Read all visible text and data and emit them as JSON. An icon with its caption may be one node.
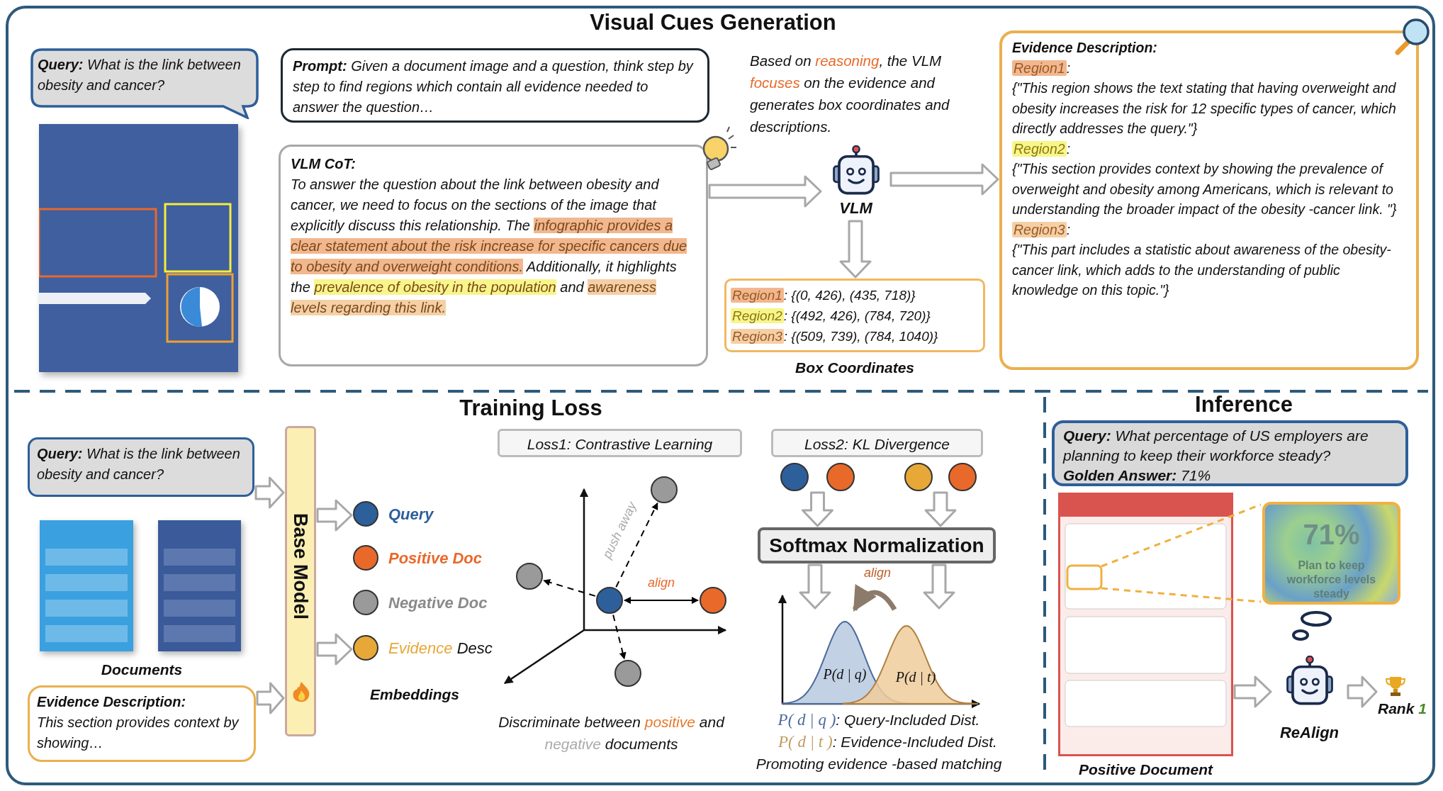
{
  "diagram": {
    "nodes": [
      {
        "text": [
          "**Query:** What is the link between obesity and cancer?"
        ]
      },
      {
        "text": [
          "**Prompt:** Given a document image and a question, think step by step to find regions which contain all evidence needed to answer the question…"
        ]
      },
      {
        "text": [
          "VLM CoT:",
          "To answer the question about the link between obesity and cancer, we need to focus on the sections of the image that explicitly discuss this relationship. The",
          "infographic provides a clear statement about the risk increase for specific cancers due to obesity and overweight conditions.",
          "Additionally, it highlights the",
          "prevalence of obesity in the population",
          "and",
          "awareness levels regarding this link."
        ]
      },
      {
        "text": [
          "VLM"
        ]
      },
      {
        "text": [
          "Region1",
          ": {(0, 426), (435, 718)}",
          "Region2",
          ": {(492, 426), (784, 720)}",
          "Region3",
          ": {(509, 739), (784, 1040)}"
        ],
        "beside": [
          "Box Coordinates"
        ]
      },
      {
        "text": [
          "Evidence Description:",
          "Region1",
          ":",
          "{\"This region shows the text stating that having overweight and obesity increases the risk for 12 specific types of cancer, which directly addresses the query.\"}",
          "Region2",
          ":",
          "{\"This section provides context by showing the prevalence of overweight and obesity among Americans, which is relevant to understanding the broader impact of the obesity -cancer link. \"}",
          "Region3",
          ":",
          "{\"This part includes a statistic about awareness of the obesity-cancer link, which adds to the understanding of public knowledge on this topic.\"}"
        ]
      },
      {
        "text": [
          "**Query:** What is the link between obesity and cancer?"
        ]
      },
      {
        "text": [
          "Documents"
        ]
      },
      {
        "text": [
          "Evidence Description:",
          "This section provides context by showing…"
        ]
      },
      {
        "text": [
          "Base Model"
        ]
      },
      {
        "text": [
          "Query"
        ]
      },
      {
        "text": [
          "Positive Doc"
        ]
      },
      {
        "text": [
          "Negative Doc"
        ]
      },
      {
        "text": [
          "Evidence",
          "Desc"
        ]
      },
      {
        "text": [
          "Loss1: Contrastive Learning"
        ]
      },
      {
        "text": [
          "Loss2: KL Divergence"
        ]
      },
      {
        "text": [],
        "shape": "circle"
      },
      {
        "text": [],
        "shape": "circle"
      },
      {
        "text": [],
        "shape": "circle"
      },
      {
        "text": [],
        "shape": "circle"
      },
      {
        "text": [],
        "shape": "circle"
      },
      {
        "text": [],
        "shape": "circle"
      },
      {
        "text": [],
        "shape": "circle"
      },
      {
        "text": [],
        "shape": "circle"
      },
      {
        "text": [],
        "shape": "circle"
      },
      {
        "text": [
          "Softmax Normalization"
        ]
      },
      {
        "text": [
          "P(d | q)"
        ]
      },
      {
        "text": [
          "P(d | t)"
        ]
      },
      {
        "text": [
          "**Query:** What percentage of US employers are planning to keep their workforce steady?",
          "**Golden Answer:** 71%"
        ]
      },
      {
        "text": [
          "Positive Document"
        ]
      },
      {
        "text": [
          "71%",
          "Plan to keep workforce levels steady"
        ]
      },
      {
        "text": [
          "ReAlign"
        ]
      },
      {
        "text": [
          "Rank",
          "1"
        ]
      }
    ],
    "edges": [
      {
        "from": 2,
        "to": 3,
        "arrow": "to"
      },
      {
        "from": 3,
        "to": 5,
        "arrow": "to"
      },
      {
        "from": 3,
        "to": 4,
        "arrow": "to"
      },
      {
        "from": 6,
        "to": 9,
        "arrow": "to"
      },
      {
        "from": 8,
        "to": 9,
        "arrow": "to"
      },
      {
        "from": 9,
        "to": 10,
        "arrow": "to"
      },
      {
        "from": 9,
        "to": 13,
        "arrow": "to"
      },
      {
        "from": 16,
        "to": 17,
        "arrow": "both",
        "label": "align",
        "color": "#000000"
      },
      {
        "from": 16,
        "to": 18,
        "arrow": "to",
        "label": "push away",
        "style": "dashed",
        "color": "#000000"
      },
      {
        "from": 16,
        "to": 19,
        "arrow": "to",
        "style": "dashed",
        "color": "#000000"
      },
      {
        "from": 16,
        "to": 20,
        "arrow": "to",
        "style": "dashed",
        "color": "#000000"
      },
      {
        "from": 21,
        "to": 25,
        "arrow": "to"
      },
      {
        "from": 22,
        "to": 25,
        "arrow": "to"
      },
      {
        "from": 23,
        "to": 25,
        "arrow": "to"
      },
      {
        "from": 24,
        "to": 25,
        "arrow": "to"
      },
      {
        "from": 25,
        "to": 26,
        "arrow": "to"
      },
      {
        "from": 25,
        "to": 27,
        "arrow": "to"
      },
      {
        "from": 27,
        "to": 26,
        "arrow": "to",
        "label": "align",
        "style": "thick",
        "color": "#8c7b6b"
      },
      {
        "from": 29,
        "to": 31,
        "arrow": "to"
      },
      {
        "from": 31,
        "to": 32,
        "arrow": "to"
      },
      {
        "from": 29,
        "to": 30,
        "arrow": "none",
        "style": "dashed",
        "color": "#f0b040"
      },
      {
        "from": 29,
        "to": 30,
        "arrow": "none",
        "style": "dashed",
        "color": "#f0b040"
      }
    ],
    "labels": [
      "Visual Cues Generation",
      "Based on",
      "reasoning",
      ", the VLM",
      "focuses",
      "on the evidence and generates box coordinates and descriptions.",
      "Training Loss",
      "Embeddings",
      "Discriminate between",
      "positive",
      "and",
      "negative",
      "documents",
      "P( d | q )",
      ": Query-Included Dist.",
      "P( d | t )",
      ": Evidence-Included Dist.",
      "Promoting evidence -based matching",
      "Inference"
    ]
  }
}
